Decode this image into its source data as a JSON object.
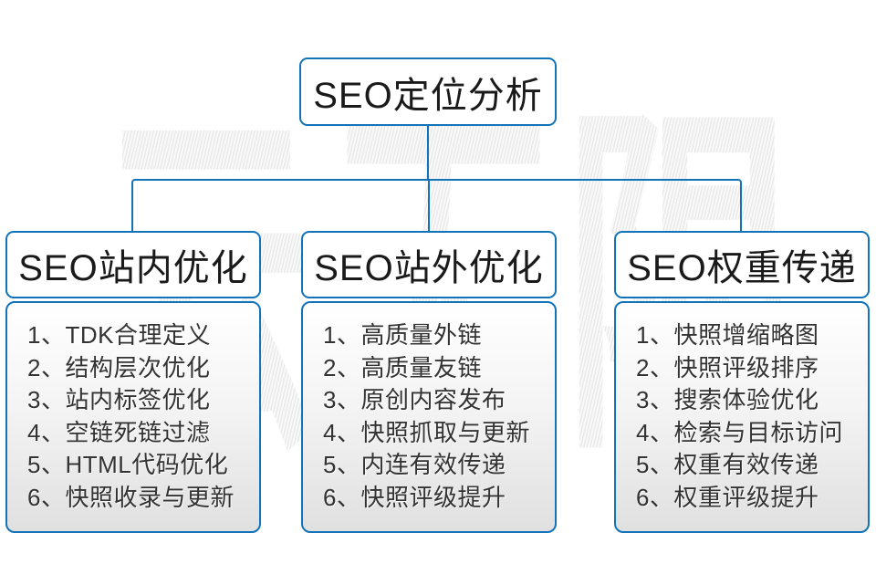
{
  "diagram": {
    "root": {
      "label": "SEO定位分析"
    },
    "branches": [
      {
        "title": "SEO站内优化",
        "items": [
          "1、TDK合理定义",
          "2、结构层次优化",
          "3、站内标签优化",
          "4、空链死链过滤",
          "5、HTML代码优化",
          "6、快照收录与更新"
        ]
      },
      {
        "title": "SEO站外优化",
        "items": [
          "1、高质量外链",
          "2、高质量友链",
          "3、原创内容发布",
          "4、快照抓取与更新",
          "5、内连有效传递",
          "6、快照评级提升"
        ]
      },
      {
        "title": "SEO权重传递",
        "items": [
          "1、快照增缩略图",
          "2、快照评级排序",
          "3、搜索体验优化",
          "4、检索与目标访问",
          "5、权重有效传递",
          "6、权重评级提升"
        ]
      }
    ],
    "watermark": "云无限",
    "colors": {
      "line": "#1273b9",
      "border": "#1273b9",
      "panel_gradient_top": "#ffffff",
      "panel_gradient_bottom": "#e0e0e0",
      "text": "#1a1a1a",
      "list_text": "#333333",
      "watermark_gray": "#e9e9e9"
    }
  }
}
